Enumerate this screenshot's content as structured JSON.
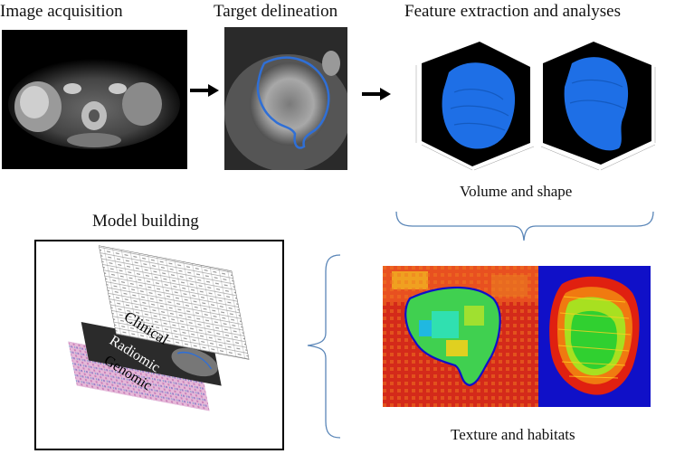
{
  "steps": {
    "image_acquisition": "Image acquisition",
    "target_delineation": "Target delineation",
    "feature_extraction": "Feature extraction and analyses",
    "model_building": "Model building"
  },
  "features": {
    "volume_shape": "Volume and shape",
    "texture_habitats": "Texture and habitats"
  },
  "model_layers": [
    "Clinical",
    "Radiomic",
    "Genomic"
  ],
  "colors": {
    "contour": "#2f6fd6",
    "volume_blue": "#1e6fe6",
    "brace": "#5a86b8",
    "heatmap_red": "#d42a1a",
    "habitat_blue": "#1010c8"
  }
}
